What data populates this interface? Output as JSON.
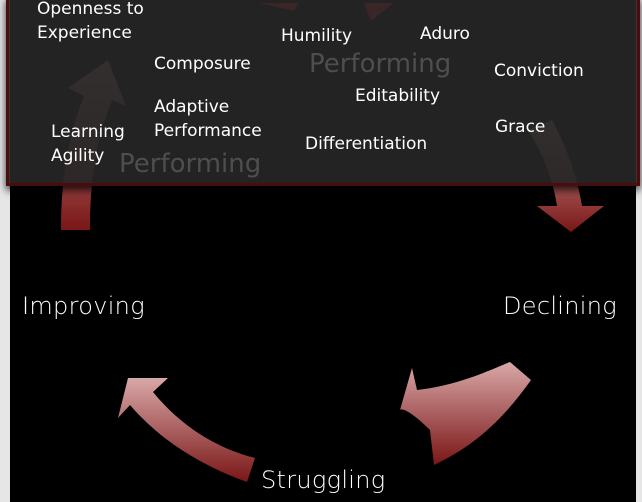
{
  "stages": {
    "performing_left": "Performing",
    "performing_right": "Performing",
    "declining": "Declining",
    "struggling": "Struggling",
    "improving": "Improving"
  },
  "traits": {
    "openness_1": "Openness to",
    "openness_2": "Experience",
    "humility": "Humility",
    "aduro": "Aduro",
    "composure": "Composure",
    "conviction": "Conviction",
    "editability": "Editability",
    "adaptive_1": "Adaptive",
    "adaptive_2": "Performance",
    "learning_1": "Learning",
    "learning_2": "Agility",
    "grace": "Grace",
    "differentiation": "Differentiation"
  },
  "colors": {
    "arrow_light": "#d9a8a8",
    "arrow_dark": "#7a1616",
    "panel_border": "#4a0c0c"
  }
}
